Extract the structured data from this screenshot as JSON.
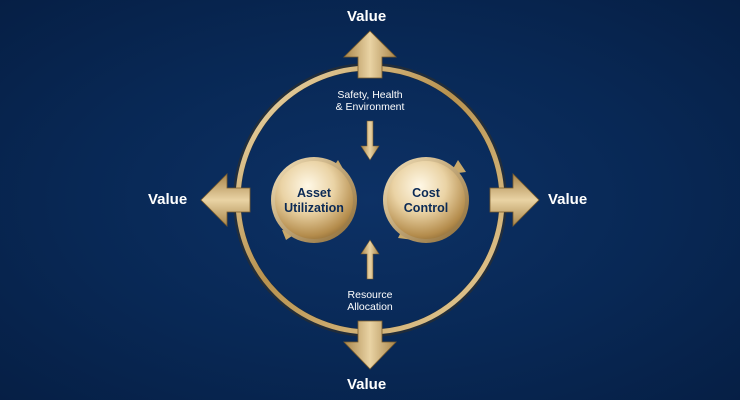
{
  "diagram": {
    "value_top": "Value",
    "value_bottom": "Value",
    "value_left": "Value",
    "value_right": "Value",
    "input_top": "Safety, Health\n& Environment",
    "input_bottom": "Resource\nAllocation",
    "node_left": "Asset\nUtilization",
    "node_right": "Cost\nControl"
  },
  "colors": {
    "background": "#082855",
    "gold": "#c9a96a",
    "gold_dark": "#8a6a34",
    "gold_light": "#f4e3bd",
    "text": "#ffffff",
    "node_text": "#0b2a55"
  }
}
